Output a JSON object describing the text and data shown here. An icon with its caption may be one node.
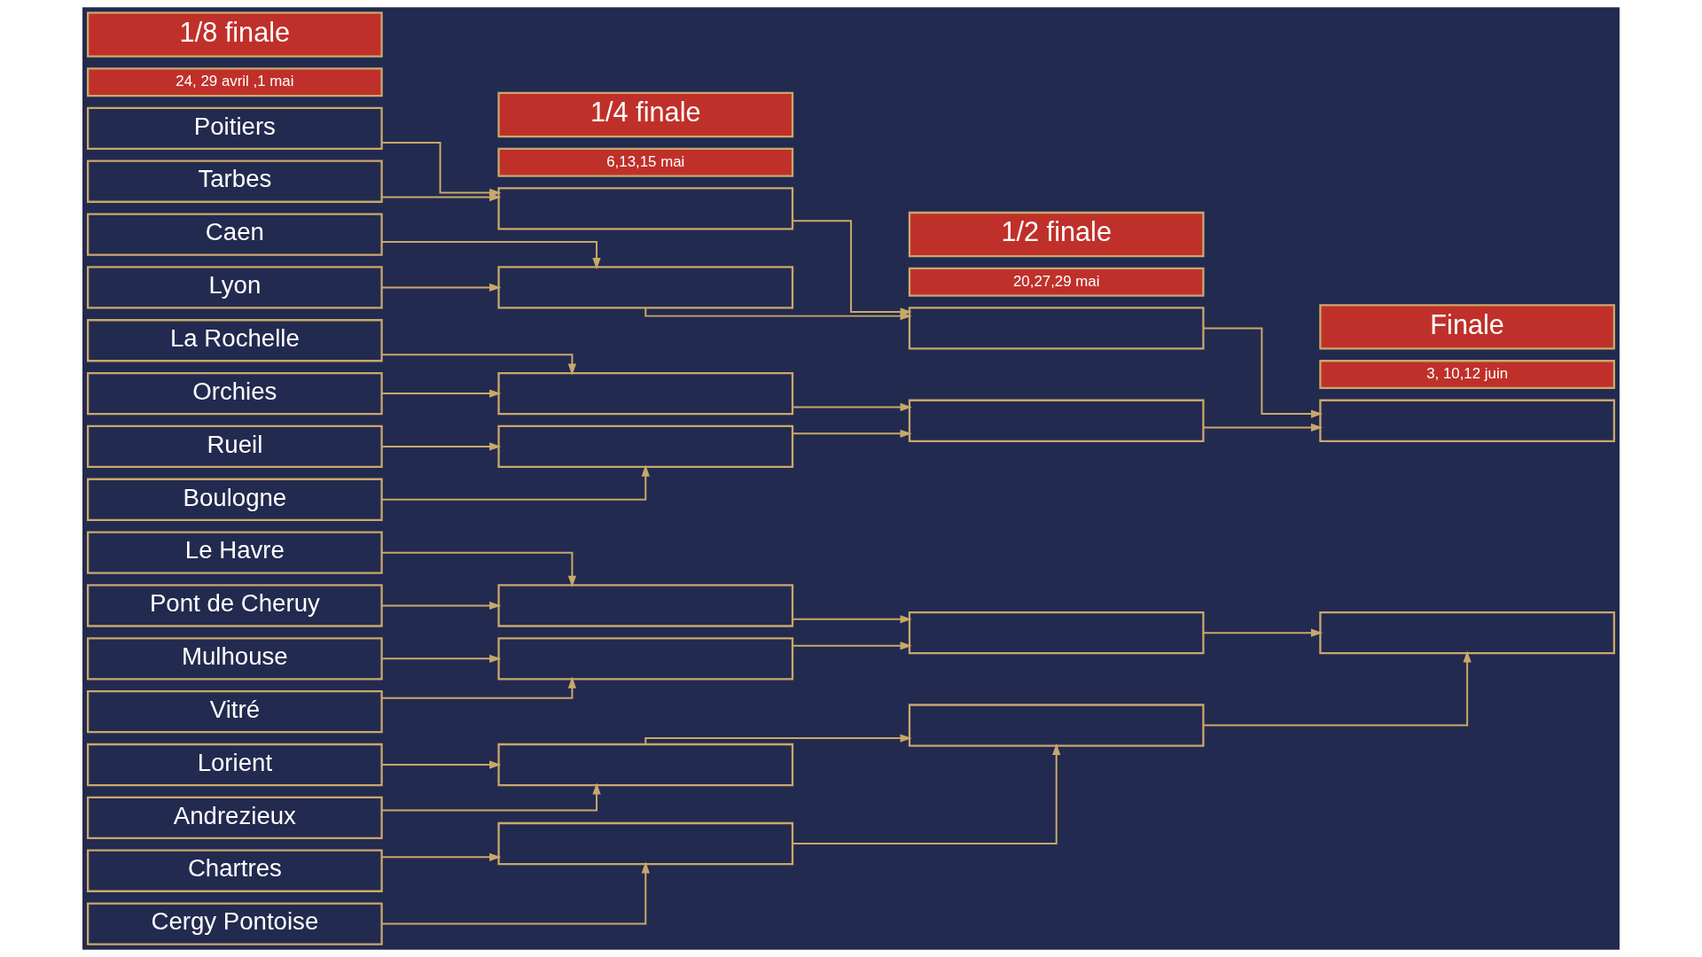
{
  "diagram": {
    "nodes": [
      {
        "text": [
          "1/8 finale"
        ]
      },
      {
        "text": [
          "1/4 finale"
        ]
      },
      {
        "text": [
          "1/2 finale"
        ]
      },
      {
        "text": [
          "Finale"
        ]
      },
      {
        "text": [
          "24, 29 avril ,1 mai"
        ]
      },
      {
        "text": [
          "6,13,15 mai"
        ]
      },
      {
        "text": [
          "20,27,29 mai"
        ]
      },
      {
        "text": [
          "3, 10,12 juin"
        ]
      },
      {
        "text": [
          "Poitiers"
        ]
      },
      {
        "text": [
          "Tarbes"
        ]
      },
      {
        "text": [
          "Caen"
        ]
      },
      {
        "text": [
          "Lyon"
        ]
      },
      {
        "text": [
          "La Rochelle"
        ]
      },
      {
        "text": [
          "Orchies"
        ]
      },
      {
        "text": [
          "Rueil"
        ]
      },
      {
        "text": [
          "Boulogne"
        ]
      },
      {
        "text": [
          "Le Havre"
        ]
      },
      {
        "text": [
          "Pont de Cheruy"
        ]
      },
      {
        "text": [
          "Mulhouse"
        ]
      },
      {
        "text": [
          "Vitré"
        ]
      },
      {
        "text": [
          "Lorient"
        ]
      },
      {
        "text": [
          "Andrezieux"
        ]
      },
      {
        "text": [
          "Chartres"
        ]
      },
      {
        "text": [
          "Cergy Pontoise"
        ]
      },
      {
        "text": [],
        "shape": "box"
      },
      {
        "text": [],
        "shape": "box"
      },
      {
        "text": [],
        "shape": "box"
      },
      {
        "text": [],
        "shape": "box"
      },
      {
        "text": [],
        "shape": "box"
      },
      {
        "text": [],
        "shape": "box"
      },
      {
        "text": [],
        "shape": "box"
      },
      {
        "text": [],
        "shape": "box"
      },
      {
        "text": [],
        "shape": "box"
      },
      {
        "text": [],
        "shape": "box"
      },
      {
        "text": [],
        "shape": "box"
      },
      {
        "text": [],
        "shape": "box"
      },
      {
        "text": [],
        "shape": "box"
      },
      {
        "text": [],
        "shape": "box"
      }
    ],
    "edges": [
      {
        "from": 8,
        "to": 24,
        "arrow": "to"
      },
      {
        "from": 9,
        "to": 24,
        "arrow": "to"
      },
      {
        "from": 10,
        "to": 25,
        "arrow": "to"
      },
      {
        "from": 11,
        "to": 25,
        "arrow": "to"
      },
      {
        "from": 12,
        "to": 26,
        "arrow": "to"
      },
      {
        "from": 13,
        "to": 26,
        "arrow": "to"
      },
      {
        "from": 14,
        "to": 27,
        "arrow": "to"
      },
      {
        "from": 15,
        "to": 27,
        "arrow": "to"
      },
      {
        "from": 16,
        "to": 28,
        "arrow": "to"
      },
      {
        "from": 17,
        "to": 28,
        "arrow": "to"
      },
      {
        "from": 18,
        "to": 29,
        "arrow": "to"
      },
      {
        "from": 19,
        "to": 29,
        "arrow": "to"
      },
      {
        "from": 20,
        "to": 30,
        "arrow": "to"
      },
      {
        "from": 21,
        "to": 30,
        "arrow": "to"
      },
      {
        "from": 22,
        "to": 31,
        "arrow": "to"
      },
      {
        "from": 23,
        "to": 31,
        "arrow": "to"
      },
      {
        "from": 24,
        "to": 32,
        "arrow": "to"
      },
      {
        "from": 25,
        "to": 32,
        "arrow": "to"
      },
      {
        "from": 26,
        "to": 33,
        "arrow": "to"
      },
      {
        "from": 27,
        "to": 33,
        "arrow": "to"
      },
      {
        "from": 28,
        "to": 34,
        "arrow": "to"
      },
      {
        "from": 29,
        "to": 34,
        "arrow": "to"
      },
      {
        "from": 30,
        "to": 35,
        "arrow": "to"
      },
      {
        "from": 31,
        "to": 35,
        "arrow": "to"
      },
      {
        "from": 32,
        "to": 36,
        "arrow": "to"
      },
      {
        "from": 33,
        "to": 36,
        "arrow": "to"
      },
      {
        "from": 34,
        "to": 37,
        "arrow": "to"
      },
      {
        "from": 35,
        "to": 37,
        "arrow": "to"
      }
    ]
  }
}
